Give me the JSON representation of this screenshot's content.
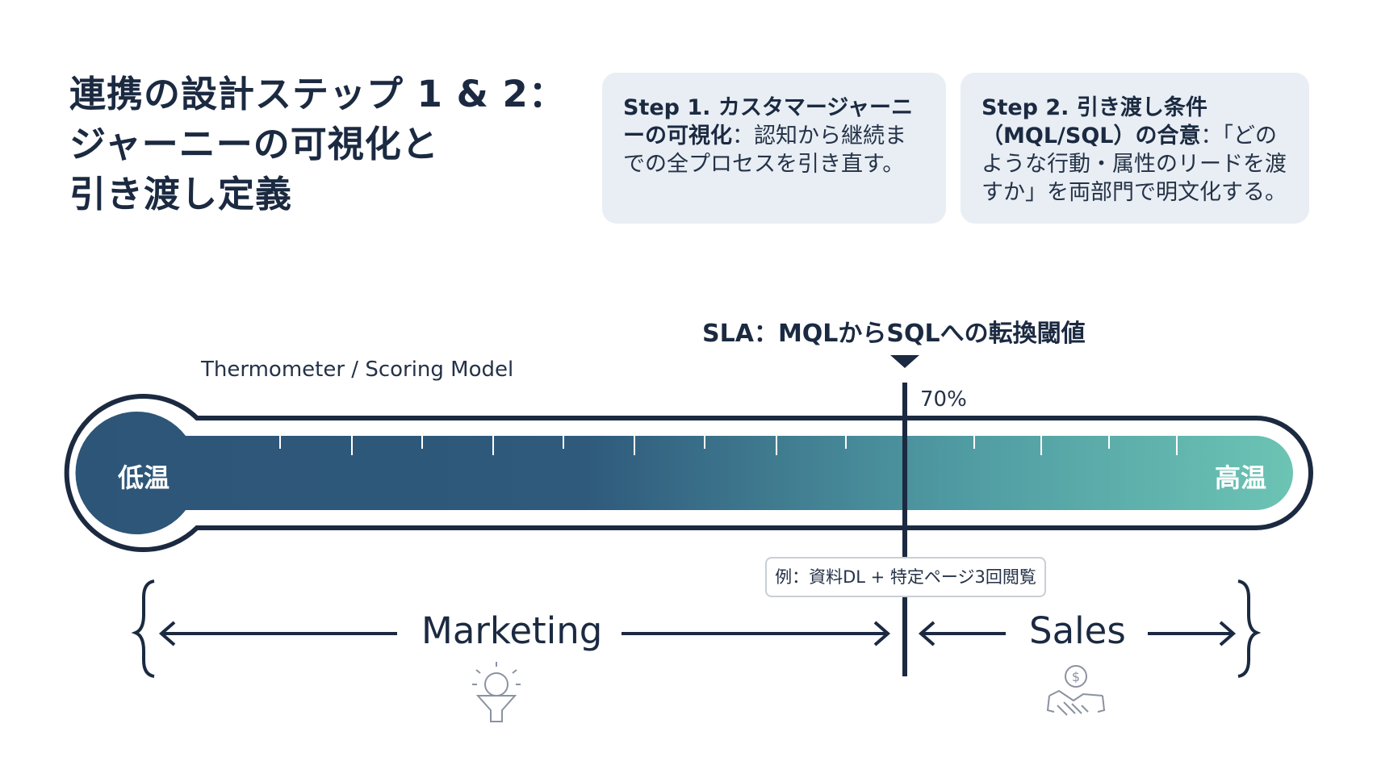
{
  "title": {
    "line1": "連携の設計ステップ 1 & 2：",
    "line2": "ジャーニーの可視化と",
    "line3": "引き渡し定義"
  },
  "steps": [
    {
      "heading": "Step 1. カスタマージャーニーの可視化",
      "separator": "：",
      "body": "認知から継続までの全プロセスを引き直す。"
    },
    {
      "heading": "Step 2. 引き渡し条件（MQL/SQL）の合意",
      "separator": "：",
      "body": "「どのような行動・属性のリードを渡すか」を両部門で明文化する。"
    }
  ],
  "sla_label": "SLA：MQLからSQLへの転換閾値",
  "model_label": "Thermometer / Scoring Model",
  "threshold_label": "70%",
  "threshold_value": 70,
  "low_label": "低温",
  "high_label": "高温",
  "example_label": "例：資料DL + 特定ページ3回閲覧",
  "marketing_label": "Marketing",
  "sales_label": "Sales",
  "colors": {
    "navy": "#1b2a41",
    "gradient_start": "#2d5577",
    "gradient_mid": "#4a8a96",
    "gradient_end": "#6cc4b4",
    "card_bg": "#e8eef4"
  },
  "icons": [
    "lightbulb-funnel-icon",
    "handshake-dollar-icon"
  ]
}
